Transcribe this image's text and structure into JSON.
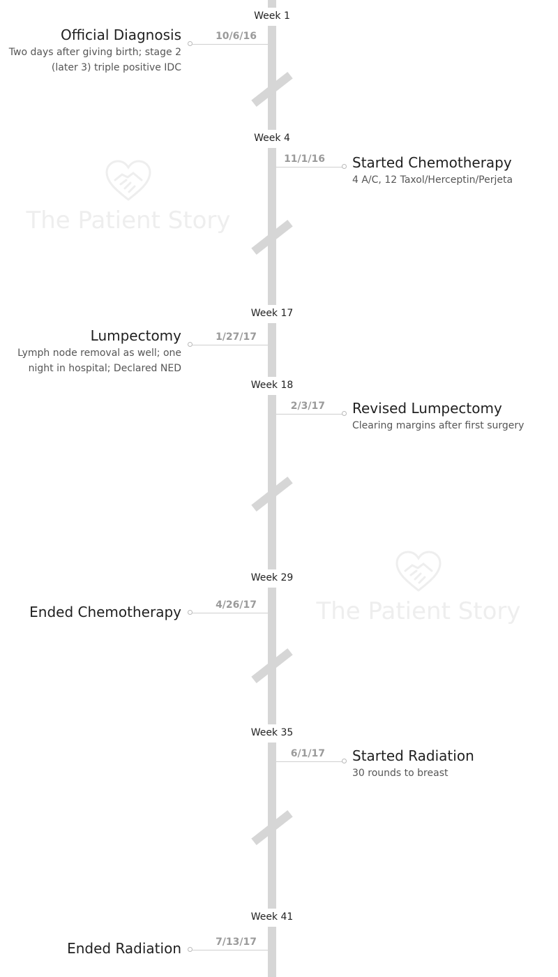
{
  "watermark": {
    "text": "The Patient Story",
    "icon": "heart-handshake-icon",
    "color": "#eeeeee"
  },
  "colors": {
    "line": "#d6d6d6",
    "date": "#9a9a9a",
    "title": "#1f1f1f",
    "desc": "#555555"
  },
  "weeks": [
    "Week 1",
    "Week 4",
    "Week 17",
    "Week 18",
    "Week 29",
    "Week 35",
    "Week 41"
  ],
  "events": [
    {
      "side": "left",
      "date": "10/6/16",
      "title": "Official Diagnosis",
      "desc": "Two days after giving birth; stage 2 (later 3) triple positive IDC"
    },
    {
      "side": "right",
      "date": "11/1/16",
      "title": "Started Chemotherapy",
      "desc": "4 A/C, 12 Taxol/Herceptin/Perjeta"
    },
    {
      "side": "left",
      "date": "1/27/17",
      "title": "Lumpectomy",
      "desc": "Lymph node removal as well; one night in hospital; Declared NED"
    },
    {
      "side": "right",
      "date": "2/3/17",
      "title": "Revised Lumpectomy",
      "desc": "Clearing margins after first surgery"
    },
    {
      "side": "left",
      "date": "4/26/17",
      "title": "Ended Chemotherapy",
      "desc": ""
    },
    {
      "side": "right",
      "date": "6/1/17",
      "title": "Started Radiation",
      "desc": "30 rounds to breast"
    },
    {
      "side": "left",
      "date": "7/13/17",
      "title": "Ended Radiation",
      "desc": ""
    }
  ]
}
